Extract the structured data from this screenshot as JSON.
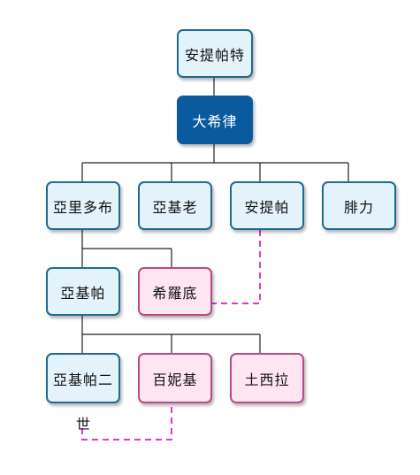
{
  "nodes": {
    "anteparter": "安提帕特",
    "herod": "大希律",
    "aristobulus": "亞里多布",
    "archelaus": "亞基老",
    "antipas": "安提帕",
    "philip": "腓力",
    "agrippa": "亞基帕",
    "herodias": "希羅底",
    "agrippa2_line1": "亞基帕二",
    "agrippa2_line2": "世",
    "bernice": "百妮基",
    "drusilla": "土西拉"
  },
  "colors": {
    "male_border": "#1d6a96",
    "male_fill": "#e3f2fb",
    "female_border": "#b94a86",
    "female_fill": "#fde6f2",
    "root_fill": "#0a5aa0",
    "marriage_line": "#d63bd6"
  }
}
